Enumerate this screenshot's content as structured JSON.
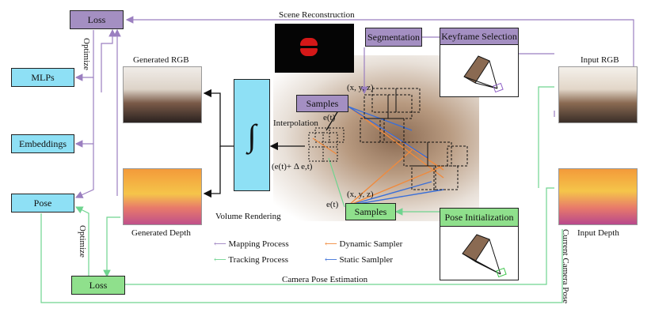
{
  "boxes": {
    "loss_top": "Loss",
    "mlps": "MLPs",
    "embeddings": "Embeddings",
    "pose": "Pose",
    "loss_bottom": "Loss",
    "segmentation": "Segmentation",
    "keyframe_selection": "Keyframe Selection",
    "samples_top": "Samples",
    "samples_bottom": "Samples",
    "pose_initialization": "Pose Initialization"
  },
  "labels": {
    "scene_reconstruction": "Scene Reconstruction",
    "camera_pose_estimation": "Camera Pose Estimation",
    "optimize_top": "Optimize",
    "optimize_bottom": "Optimize",
    "generated_rgb": "Generated RGB",
    "generated_depth": "Generated Depth",
    "input_rgb": "Input RGB",
    "input_depth": "Input Depth",
    "volume_rendering": "Volume Rendering",
    "interpolation": "Interpolation",
    "et_top": "e(t)",
    "et_mid": "e(t)",
    "et_delta": "(e(t)+ Δ e,t)",
    "xyz_top": "(x, y, z)",
    "xyz_bottom": "(x, y, z)",
    "current_camera_pose": "Current Camera Pose",
    "integral": "∫"
  },
  "legend": [
    {
      "label": "Mapping Process",
      "color": "#9b7fc0"
    },
    {
      "label": "Dynamic Sampler",
      "color": "#f08a3c"
    },
    {
      "label": "Tracking Process",
      "color": "#6fd48f"
    },
    {
      "label": "Static Samlpler",
      "color": "#3a6fd8"
    }
  ],
  "colors": {
    "mapping": "#9b7fc0",
    "tracking": "#6fd48f",
    "dynamic": "#f08a3c",
    "static": "#3a6fd8"
  }
}
